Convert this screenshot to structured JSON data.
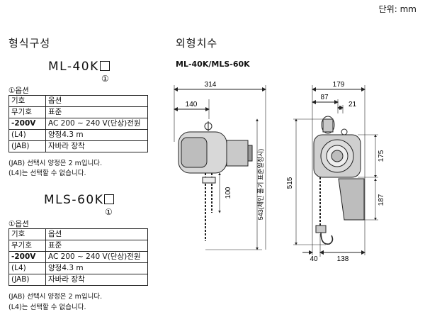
{
  "unit_label": "단위: mm",
  "left_title": "형식구성",
  "right_title": "외형치수",
  "drawing_title": "ML-40K/MLS-60K",
  "ml": {
    "model": "ML-40K",
    "callout": "①",
    "option_title": "①옵션",
    "rows": [
      {
        "key": "기호",
        "val": "옵션"
      },
      {
        "key": "무기호",
        "val": "표준"
      },
      {
        "key": "-200V",
        "val": "AC 200 ~ 240 V(단상)전원"
      },
      {
        "key": "(L4)",
        "val": "양정4.3 m"
      },
      {
        "key": "(JAB)",
        "val": "자바라 장착"
      }
    ],
    "note1": "(JAB) 선택시 양정은 2 m입니다.",
    "note2": "(L4)는 선택할 수 없습니다."
  },
  "mls": {
    "model": "MLS-60K",
    "callout": "①",
    "option_title": "①옵션",
    "rows": [
      {
        "key": "기호",
        "val": "옵션"
      },
      {
        "key": "무기호",
        "val": "표준"
      },
      {
        "key": "-200V",
        "val": "AC 200 ~ 240 V(단상)전원"
      },
      {
        "key": "(L4)",
        "val": "양정4.3 m"
      },
      {
        "key": "(JAB)",
        "val": "자바라 장착"
      }
    ],
    "note1": "(JAB) 선택시 양정은 2 m입니다.",
    "note2": "(L4)는 선택할 수 없습니다."
  },
  "dims": {
    "d314": "314",
    "d140": "140",
    "d100": "100",
    "d543": "543(체인 풀기 표준일정시)",
    "d179": "179",
    "d87": "87",
    "d21": "21",
    "d175": "175",
    "d515": "515",
    "d187": "187",
    "d40": "40",
    "d138": "138"
  }
}
